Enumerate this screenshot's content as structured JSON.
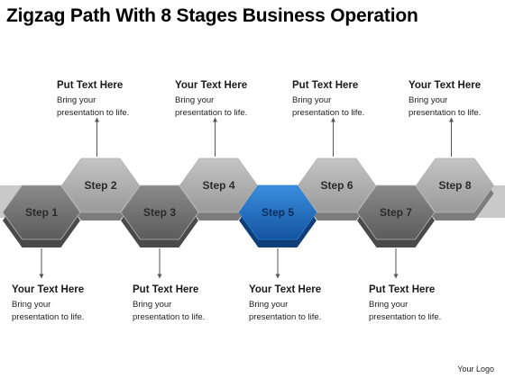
{
  "title": "Zigzag Path With 8 Stages Business Operation",
  "steps": [
    {
      "label": "Step 1",
      "row": "low"
    },
    {
      "label": "Step 2",
      "row": "high"
    },
    {
      "label": "Step 3",
      "row": "low"
    },
    {
      "label": "Step 4",
      "row": "high"
    },
    {
      "label": "Step 5",
      "row": "low",
      "highlight": true
    },
    {
      "label": "Step 6",
      "row": "high"
    },
    {
      "label": "Step 7",
      "row": "low"
    },
    {
      "label": "Step 8",
      "row": "high"
    }
  ],
  "top_callouts": [
    {
      "heading": "Put Text Here",
      "line1": "Bring your",
      "line2": "presentation to life."
    },
    {
      "heading": "Your Text Here",
      "line1": "Bring your",
      "line2": "presentation to life."
    },
    {
      "heading": "Put Text Here",
      "line1": "Bring your",
      "line2": "presentation to life."
    },
    {
      "heading": "Your Text Here",
      "line1": "Bring your",
      "line2": "presentation to life."
    }
  ],
  "bottom_callouts": [
    {
      "heading": "Your Text Here",
      "line1": "Bring your",
      "line2": "presentation to life."
    },
    {
      "heading": "Put Text Here",
      "line1": "Bring your",
      "line2": "presentation to life."
    },
    {
      "heading": "Your Text Here",
      "line1": "Bring your",
      "line2": "presentation to life."
    },
    {
      "heading": "Put Text Here",
      "line1": "Bring your",
      "line2": "presentation to life."
    }
  ],
  "logo": "Your Logo",
  "colors": {
    "hex_low": "#6e6e6e",
    "hex_high": "#a8a8a8",
    "hex_highlight": "#1f6fc4",
    "band": "#c9c9c9",
    "arrow": "#555555"
  }
}
